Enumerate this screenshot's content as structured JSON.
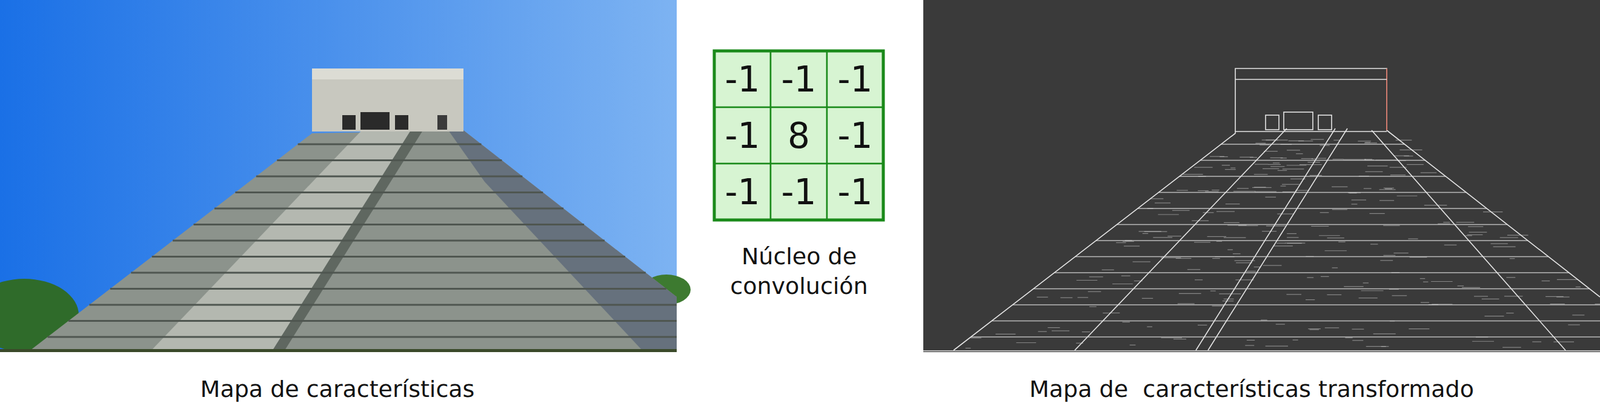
{
  "diagram": {
    "labels": [
      "-1",
      "-1",
      "-1",
      "-1",
      "8",
      "-1",
      "-1",
      "-1",
      "-1",
      "Núcleo de convolución",
      "Mapa de características",
      "Mapa de  características transformado"
    ]
  }
}
